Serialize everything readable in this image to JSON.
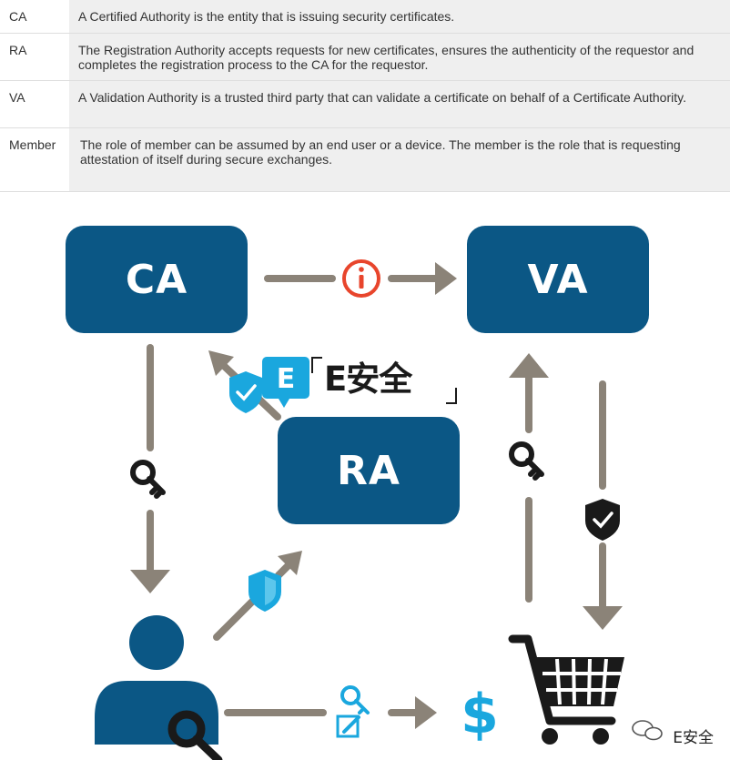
{
  "glossary": {
    "rows": [
      {
        "term": "CA",
        "description": "A Certified Authority is the entity that is issuing security certificates."
      },
      {
        "term": "RA",
        "description": "The Registration Authority accepts requests for new certificates, ensures the authenticity of the requestor and completes the registration process to the CA for the requestor."
      },
      {
        "term": "VA",
        "description": "A Validation Authority is a trusted third party that can validate a certificate on behalf of a Certificate Authority."
      },
      {
        "term": "Member",
        "description": "The role of member can be assumed by an end user or a device. The member is the role that is requesting attestation of itself during secure exchanges."
      }
    ]
  },
  "diagram": {
    "nodes": {
      "ca": "CA",
      "va": "VA",
      "ra": "RA"
    },
    "watermark_text": "E安全",
    "footer_text": "E安全",
    "icons": [
      "info-icon",
      "key-icon",
      "shield-check-icon",
      "shield-icon",
      "dollar-icon",
      "shopping-cart-icon",
      "person-icon",
      "edit-icon",
      "wechat-icon"
    ],
    "colors": {
      "node": "#0b5785",
      "arrow": "#8b8378",
      "info": "#e8452c",
      "accent": "#1aa7de",
      "dark": "#1a1a1a"
    }
  }
}
